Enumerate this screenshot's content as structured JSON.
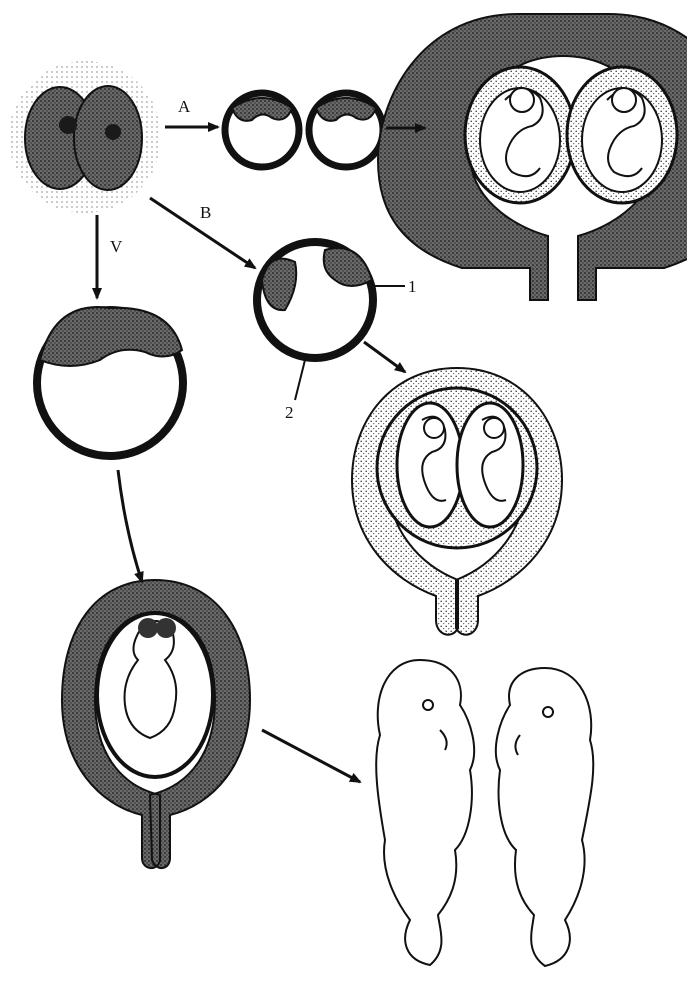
{
  "labels": {
    "route_a": "A",
    "route_b": "B",
    "route_v": "V",
    "part_1": "1",
    "part_2": "2"
  },
  "colors": {
    "ink": "#111111",
    "dark_stipple": "#5a5a5a",
    "light_stipple": "#cfcfcf",
    "paper": "#ffffff"
  }
}
